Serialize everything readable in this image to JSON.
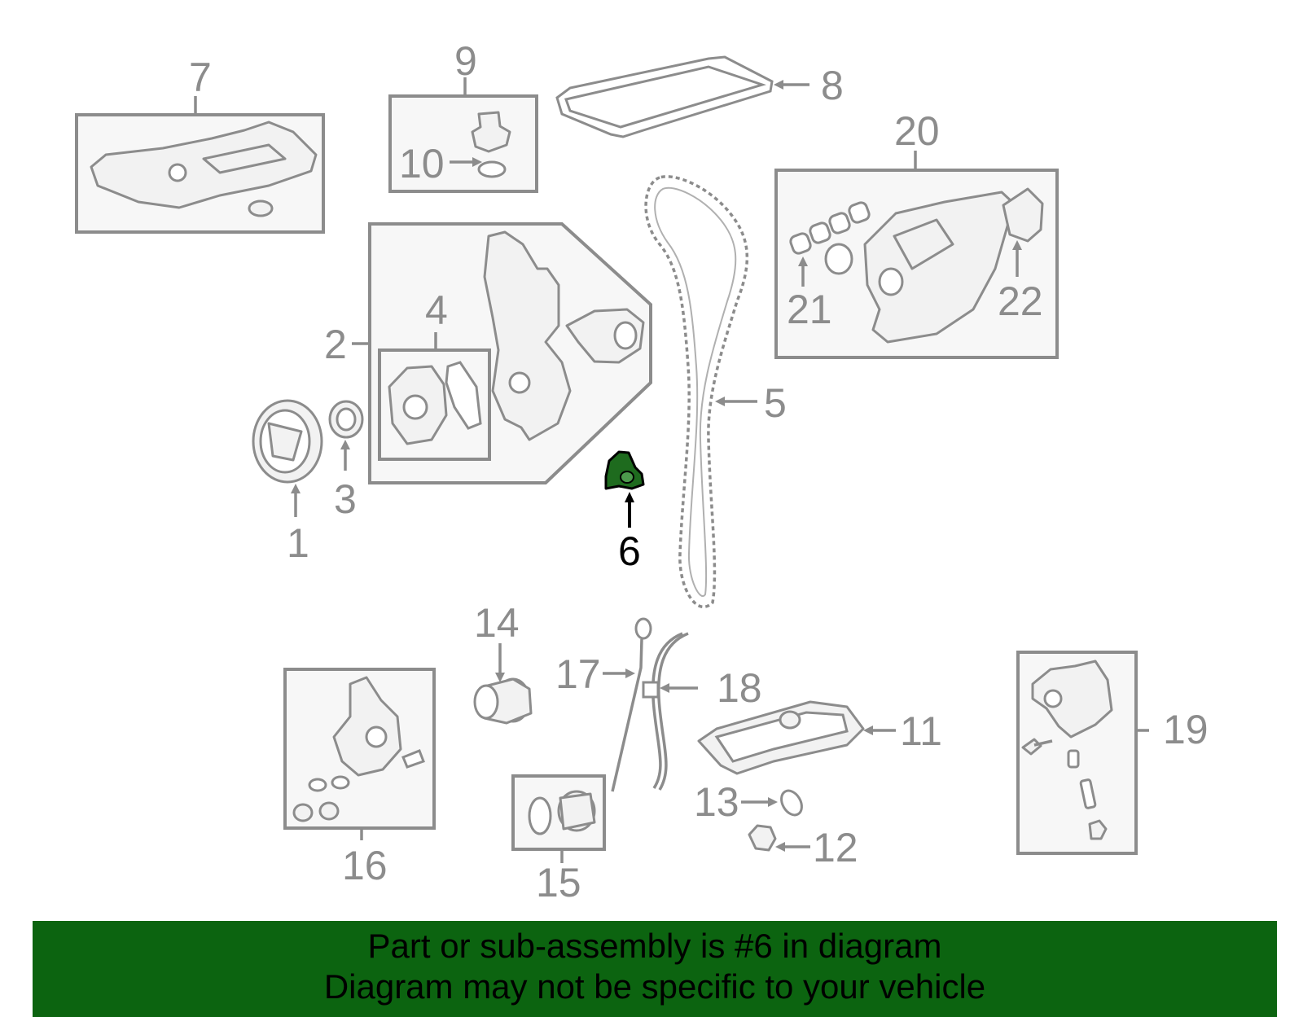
{
  "diagram": {
    "labels": {
      "p1": "1",
      "p2": "2",
      "p3": "3",
      "p4": "4",
      "p5": "5",
      "p6": "6",
      "p7": "7",
      "p8": "8",
      "p9": "9",
      "p10": "10",
      "p11": "11",
      "p12": "12",
      "p13": "13",
      "p14": "14",
      "p15": "15",
      "p16": "16",
      "p17": "17",
      "p18": "18",
      "p19": "19",
      "p20": "20",
      "p21": "21",
      "p22": "22"
    },
    "highlighted_part": "6",
    "highlight_color": "#1e6b1e",
    "line_color": "#8c8c8c"
  },
  "banner": {
    "line1": "Part or sub-assembly is #6 in diagram",
    "line2": "Diagram may not be specific to your vehicle",
    "background": "#0c6410"
  }
}
